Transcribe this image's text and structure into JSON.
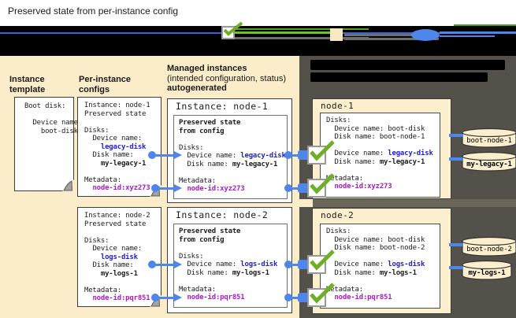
{
  "title": "Preserved state from per-instance config",
  "legend": {
    "icons": [
      "checkbox-checkmark-icon",
      "config-square-icon",
      "disk-oval-icon"
    ]
  },
  "headings": {
    "instance_template": "Instance\ntemplate",
    "per_instance_configs": "Per-instance\nconfigs",
    "managed_instances_line1": "Managed instances",
    "managed_instances_line2": "(intended configuration, status)",
    "managed_instances_line3": "autogenerated"
  },
  "template_box": {
    "boot_disk_label": "Boot disk:",
    "device_label": "Device name:",
    "device_value": "boot-disk"
  },
  "configs": [
    {
      "instance_line": "Instance: node-1",
      "state_line": "Preserved state",
      "disks_label": "Disks:",
      "device_label": "Device name:",
      "device_value": "legacy-disk",
      "disk_label": "Disk name:",
      "disk_value": "my-legacy-1",
      "metadata_label": "Metadata:",
      "metadata_value": "node-id:xyz273"
    },
    {
      "instance_line": "Instance: node-2",
      "state_line": "Preserved state",
      "disks_label": "Disks:",
      "device_label": "Device name:",
      "device_value": "logs-disk",
      "disk_label": "Disk name:",
      "disk_value": "my-logs-1",
      "metadata_label": "Metadata:",
      "metadata_value": "node-id:pqr851"
    }
  ],
  "managed": [
    {
      "title": "Instance: node-1",
      "state_line1": "Preserved state",
      "state_line2": "from config",
      "disks_label": "Disks:",
      "device_label": "Device name: ",
      "device_value": "legacy-disk",
      "disk_label": "Disk name: ",
      "disk_value": "my-legacy-1",
      "metadata_label": "Metadata:",
      "metadata_value": "node-id:xyz273"
    },
    {
      "title": "Instance: node-2",
      "state_line1": "Preserved state",
      "state_line2": "from config",
      "disks_label": "Disks:",
      "device_label": "Device name: ",
      "device_value": "logs-disk",
      "disk_label": "Disk name: ",
      "disk_value": "my-logs-1",
      "metadata_label": "Metadata:",
      "metadata_value": "node-id:pqr851"
    }
  ],
  "nodes": [
    {
      "title": "node-1",
      "disks_label": "Disks:",
      "boot_device_label": "Device name: ",
      "boot_device_value": "boot-disk",
      "boot_disk_label": "Disk name: ",
      "boot_disk_value": "boot-node-1",
      "device_label": "Device name: ",
      "device_value": "legacy-disk",
      "disk_label": "Disk name: ",
      "disk_value": "my-legacy-1",
      "metadata_label": "Metadata:",
      "metadata_value": "node-id:xyz273"
    },
    {
      "title": "node-2",
      "disks_label": "Disks:",
      "boot_device_label": "Device name: ",
      "boot_device_value": "boot-disk",
      "boot_disk_label": "Disk name: ",
      "boot_disk_value": "boot-node-2",
      "device_label": "Device name: ",
      "device_value": "logs-disk",
      "disk_label": "Disk name: ",
      "disk_value": "my-logs-1",
      "metadata_label": "Metadata:",
      "metadata_value": "node-id:pqr851"
    }
  ],
  "disks": [
    {
      "name": "boot-node-1"
    },
    {
      "name": "my-legacy-1"
    },
    {
      "name": "boot-node-2"
    },
    {
      "name": "my-logs-1"
    }
  ],
  "colors": {
    "panel_cream": "#FBEDCA",
    "box_cream": "#FBEFCD",
    "dark_zone": "#54514A",
    "divider_olive": "#6A665A",
    "connector_blue": "#4E86EC",
    "value_blue": "#2121D1",
    "value_purple": "#A81BC7",
    "check_green": "#6FAF27",
    "legend_band": "#000000"
  }
}
